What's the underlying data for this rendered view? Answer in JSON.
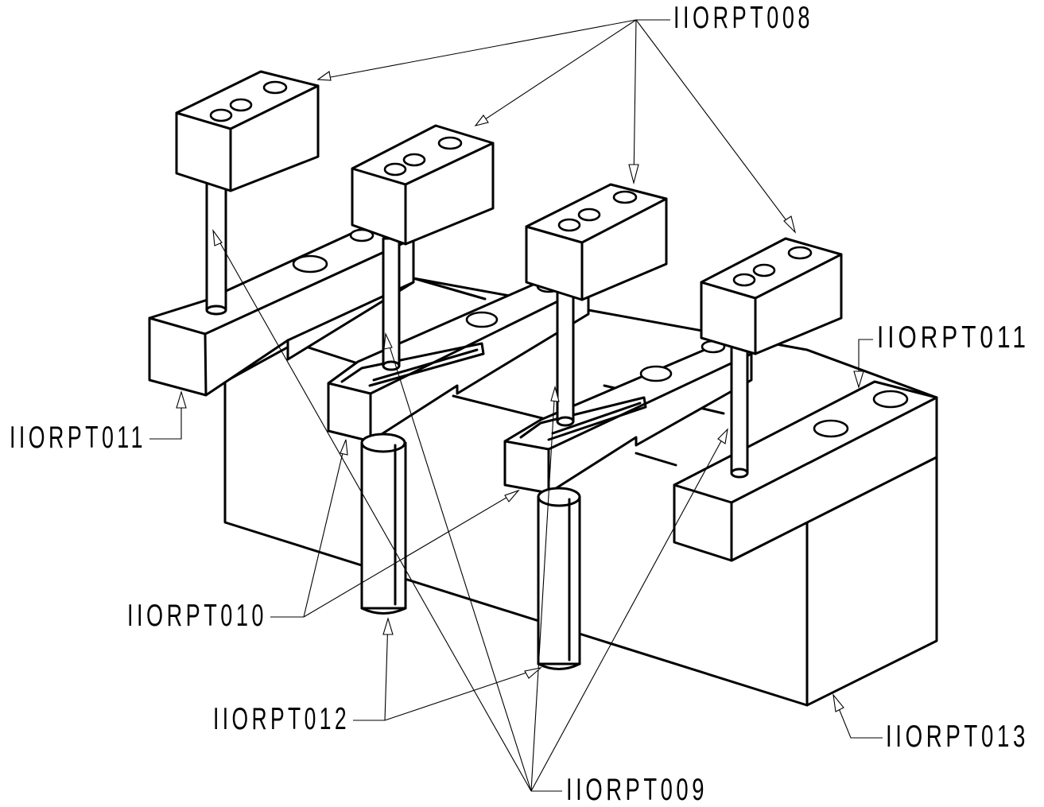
{
  "drawing": {
    "callouts": {
      "rpt008": "IIORPT008",
      "rpt009": "IIORPT009",
      "rpt010": "IIORPT010",
      "rpt011_left": "IIORPT011",
      "rpt011_right": "IIORPT011",
      "rpt012": "IIORPT012",
      "rpt013": "IIORPT013"
    }
  }
}
